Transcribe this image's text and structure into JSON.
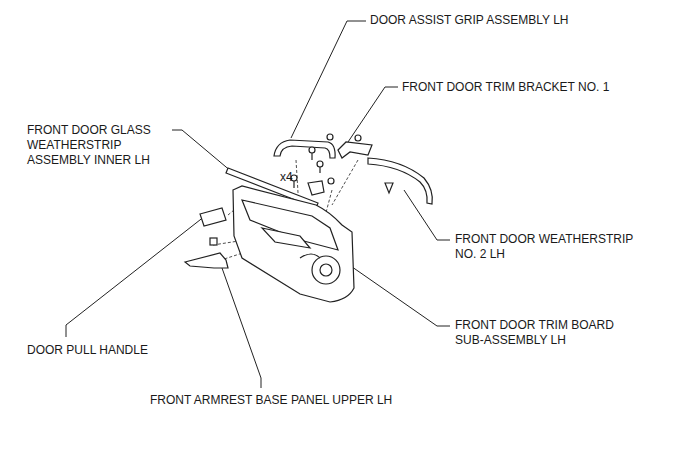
{
  "diagram": {
    "labels": [
      "DOOR ASSIST GRIP ASSEMBLY LH",
      "FRONT DOOR TRIM BRACKET NO. 1",
      "FRONT DOOR GLASS WEATHERSTRIP ASSEMBLY INNER LH",
      "x4",
      "FRONT DOOR WEATHERSTRIP NO. 2 LH",
      "FRONT DOOR TRIM BOARD SUB-ASSEMBLY LH",
      "DOOR PULL HANDLE",
      "FRONT ARMREST BASE PANEL UPPER LH"
    ]
  }
}
